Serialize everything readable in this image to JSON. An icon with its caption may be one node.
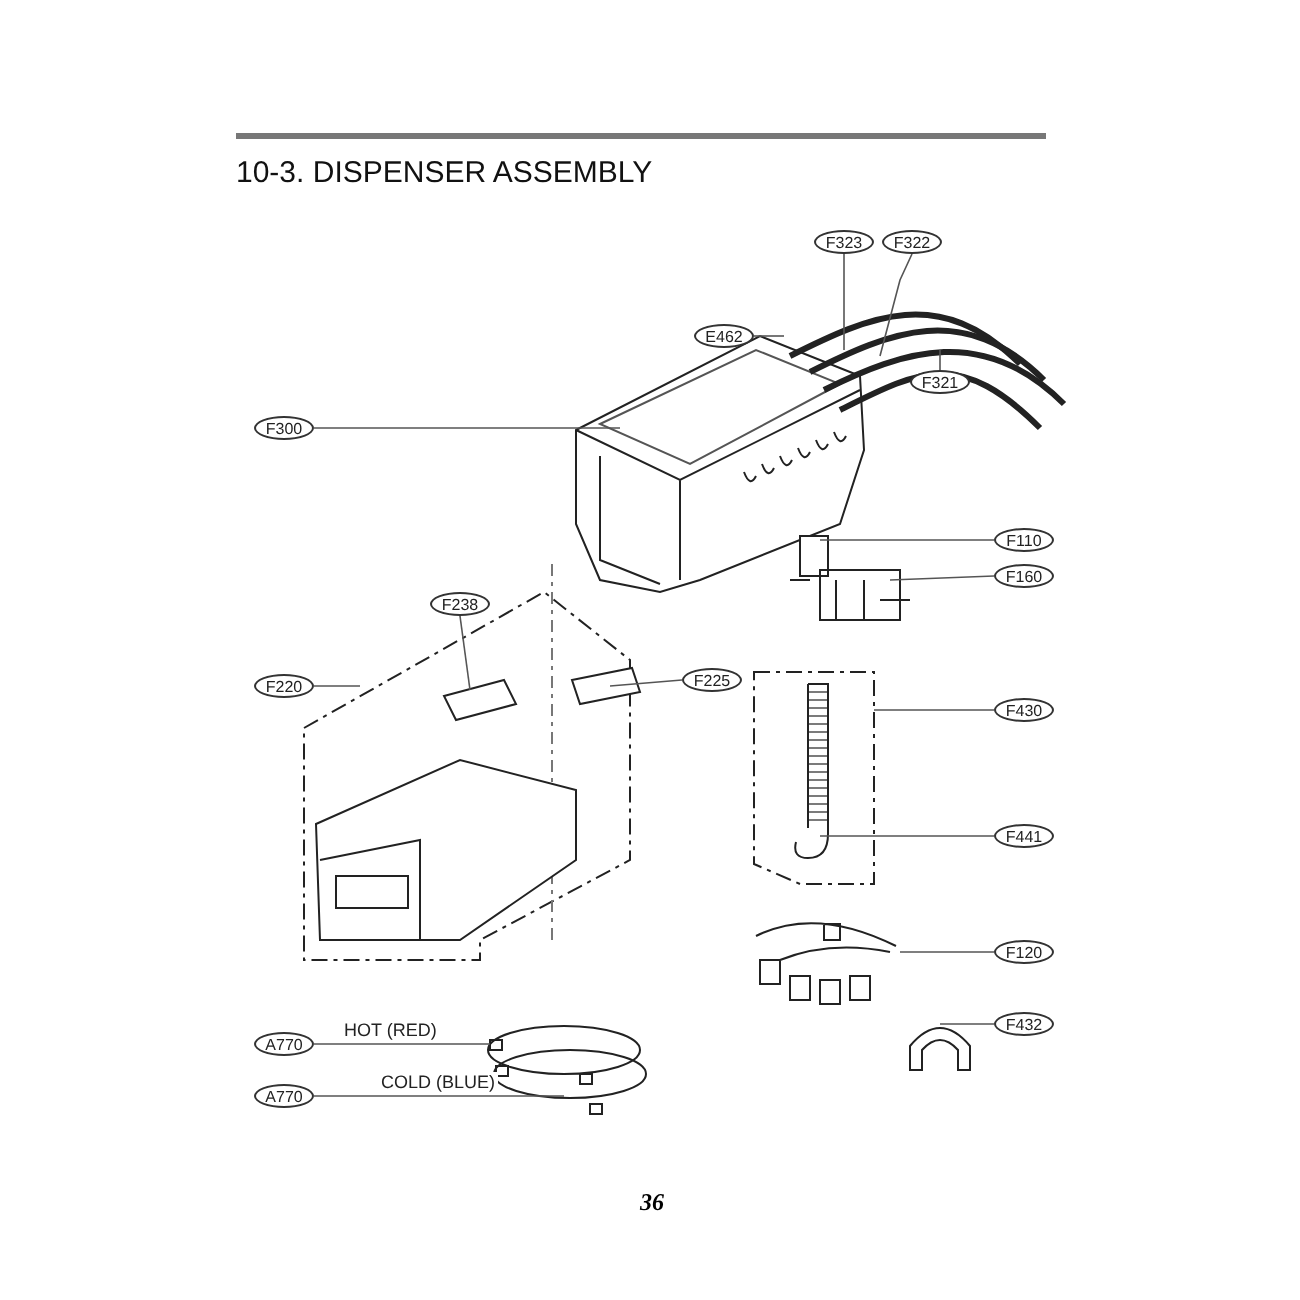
{
  "diagram": {
    "title": "10-3. DISPENSER ASSEMBLY",
    "nodes": [
      {
        "text": [
          "F323"
        ]
      },
      {
        "text": [
          "F322"
        ]
      },
      {
        "text": [
          "E462"
        ]
      },
      {
        "text": [
          "F321"
        ]
      },
      {
        "text": [
          "F300"
        ]
      },
      {
        "text": [
          "F110"
        ]
      },
      {
        "text": [
          "F160"
        ]
      },
      {
        "text": [
          "F238"
        ]
      },
      {
        "text": [
          "F220"
        ]
      },
      {
        "text": [
          "F225"
        ]
      },
      {
        "text": [
          "F430"
        ]
      },
      {
        "text": [
          "F441"
        ]
      },
      {
        "text": [
          "F120"
        ]
      },
      {
        "text": [
          "F432"
        ]
      },
      {
        "text": [
          "A770"
        ]
      },
      {
        "text": [
          "A770"
        ]
      }
    ],
    "edges": [
      {
        "from": 0,
        "to": null,
        "arrow": "none"
      },
      {
        "from": 1,
        "to": null,
        "arrow": "none"
      },
      {
        "from": 2,
        "to": null,
        "arrow": "none"
      },
      {
        "from": 3,
        "to": null,
        "arrow": "none"
      },
      {
        "from": 4,
        "to": null,
        "arrow": "none"
      },
      {
        "from": 5,
        "to": null,
        "arrow": "none"
      },
      {
        "from": 6,
        "to": null,
        "arrow": "none"
      },
      {
        "from": 7,
        "to": null,
        "arrow": "none"
      },
      {
        "from": 8,
        "to": null,
        "arrow": "none"
      },
      {
        "from": 9,
        "to": null,
        "arrow": "none"
      },
      {
        "from": 10,
        "to": null,
        "arrow": "none"
      },
      {
        "from": 11,
        "to": null,
        "arrow": "none"
      },
      {
        "from": 12,
        "to": null,
        "arrow": "none"
      },
      {
        "from": 13,
        "to": null,
        "arrow": "none"
      },
      {
        "from": 14,
        "to": null,
        "arrow": "none",
        "label": "HOT (RED)"
      },
      {
        "from": 15,
        "to": null,
        "arrow": "none",
        "label": "COLD (BLUE)"
      }
    ],
    "labels": [
      "36"
    ]
  }
}
